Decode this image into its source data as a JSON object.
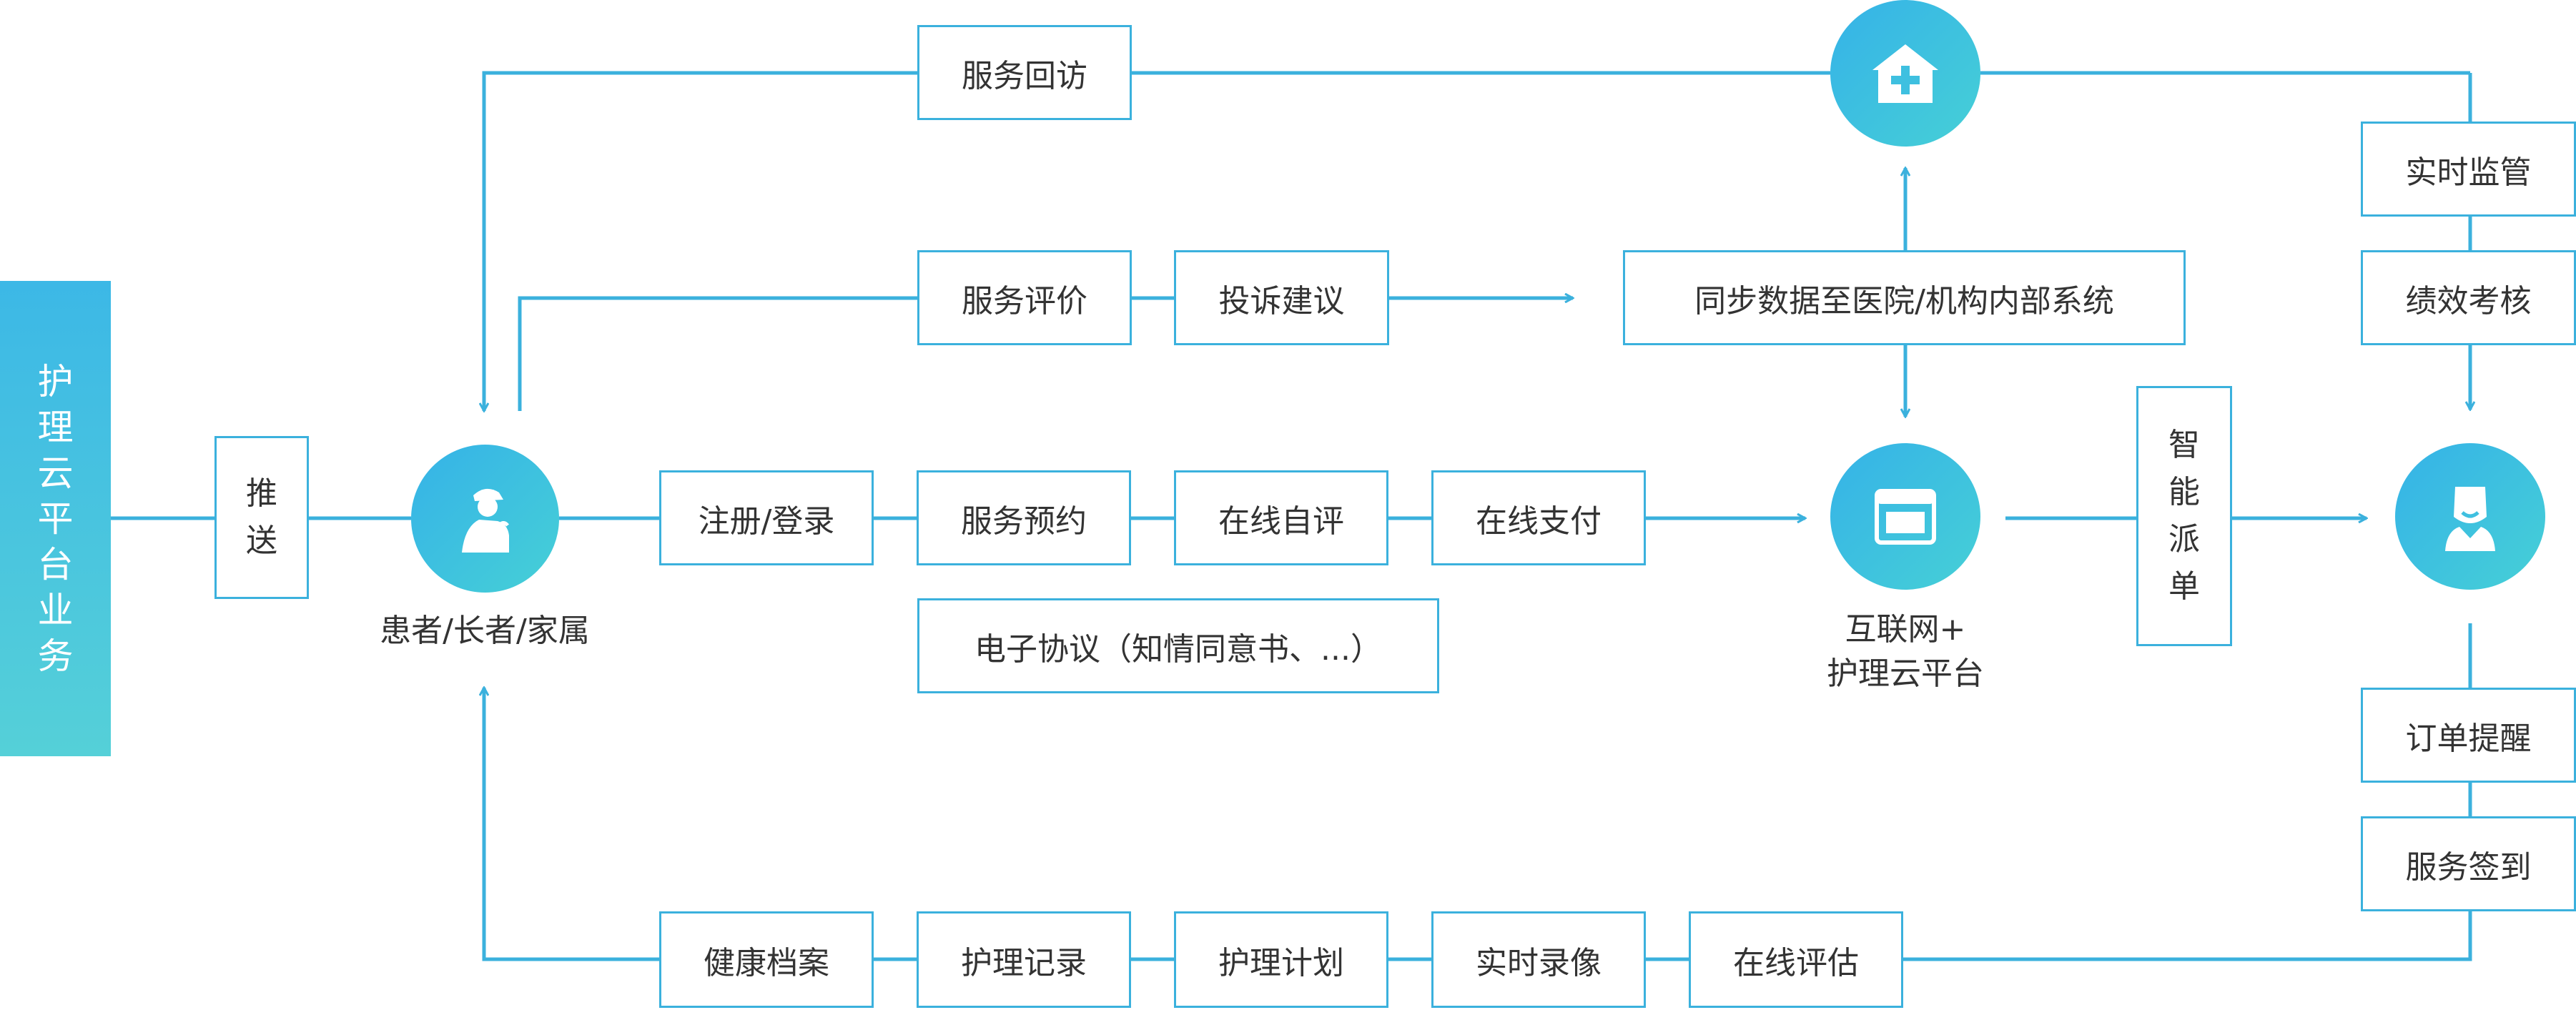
{
  "colors": {
    "line": "#3bb1dd",
    "circle_start": "#35b2e8",
    "circle_end": "#46d0d6"
  },
  "side_title": [
    "护",
    "理",
    "云",
    "平",
    "台",
    "业",
    "务"
  ],
  "push": [
    "推",
    "送"
  ],
  "patient_label": "患者/长者/家属",
  "platform_label": [
    "互联网+",
    "护理云平台"
  ],
  "dispatch": [
    "智",
    "能",
    "派",
    "单"
  ],
  "top": {
    "revisit": "服务回访"
  },
  "feedback": {
    "evaluate": "服务评价",
    "complaint": "投诉建议"
  },
  "sync": "同步数据至医院/机构内部系统",
  "flow": [
    "注册/登录",
    "服务预约",
    "在线自评",
    "在线支付"
  ],
  "agreement": "电子协议（知情同意书、...）",
  "monitor": [
    "实时监管",
    "绩效考核"
  ],
  "nurse_steps": [
    "订单提醒",
    "服务签到"
  ],
  "bottom": [
    "健康档案",
    "护理记录",
    "护理计划",
    "实时录像",
    "在线评估"
  ],
  "icons": {
    "hospital": "hospital-icon",
    "patient": "elderly-person-icon",
    "platform": "browser-window-icon",
    "nurse": "nurse-icon"
  }
}
